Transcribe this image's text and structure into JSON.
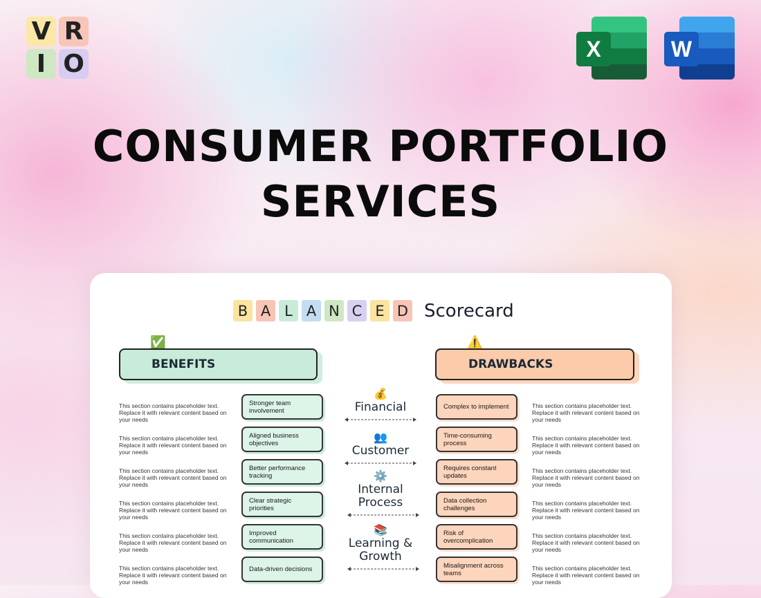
{
  "logo": {
    "letters": [
      "V",
      "R",
      "I",
      "O"
    ]
  },
  "apps": [
    {
      "name": "excel-icon",
      "letter": "X"
    },
    {
      "name": "word-icon",
      "letter": "W"
    }
  ],
  "title": {
    "line1": "CONSUMER PORTFOLIO",
    "line2": "SERVICES"
  },
  "scorecard": {
    "letters": [
      {
        "char": "B",
        "color": "#fbe3a0"
      },
      {
        "char": "A",
        "color": "#f8c4b6"
      },
      {
        "char": "L",
        "color": "#c9ebd9"
      },
      {
        "char": "A",
        "color": "#c3dcf1"
      },
      {
        "char": "N",
        "color": "#cde8c3"
      },
      {
        "char": "C",
        "color": "#d9d0f1"
      },
      {
        "char": "E",
        "color": "#fbe3a0"
      },
      {
        "char": "D",
        "color": "#f8c4b6"
      }
    ],
    "word": "Scorecard",
    "benefits_label": "BENEFITS",
    "drawbacks_label": "DRAWBACKS",
    "benefits_icon": "✅",
    "drawbacks_icon": "⚠️",
    "placeholder": "This section contains placeholder text. Replace it with relevant content based on your needs",
    "benefits": [
      "Stronger team involvement",
      "Aligned business objectives",
      "Better performance tracking",
      "Clear strategic priorities",
      "Improved communication",
      "Data-driven decisions"
    ],
    "drawbacks": [
      "Complex to implement",
      "Time-consuming process",
      "Requires constant updates",
      "Data collection challenges",
      "Risk of overcomplication",
      "Misalignment across teams"
    ],
    "categories": [
      {
        "label": "Financial",
        "icon": "💰"
      },
      {
        "label": "Customer",
        "icon": "👥"
      },
      {
        "label": "Internal Process",
        "icon": "⚙️"
      },
      {
        "label": "Learning & Growth",
        "icon": "📚"
      }
    ]
  }
}
